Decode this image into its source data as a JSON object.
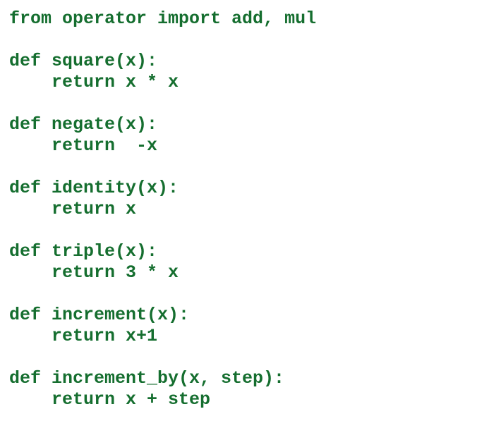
{
  "meta": {
    "content_type": "python-source-code",
    "text_color": "#156e2f",
    "background_color": "#ffffff"
  },
  "code": {
    "language": "python",
    "lines": [
      "from operator import add, mul",
      "",
      "def square(x):",
      "    return x * x",
      "",
      "def negate(x):",
      "    return  -x",
      "",
      "def identity(x):",
      "    return x",
      "",
      "def triple(x):",
      "    return 3 * x",
      "",
      "def increment(x):",
      "    return x+1",
      "",
      "def increment_by(x, step):",
      "    return x + step"
    ]
  }
}
